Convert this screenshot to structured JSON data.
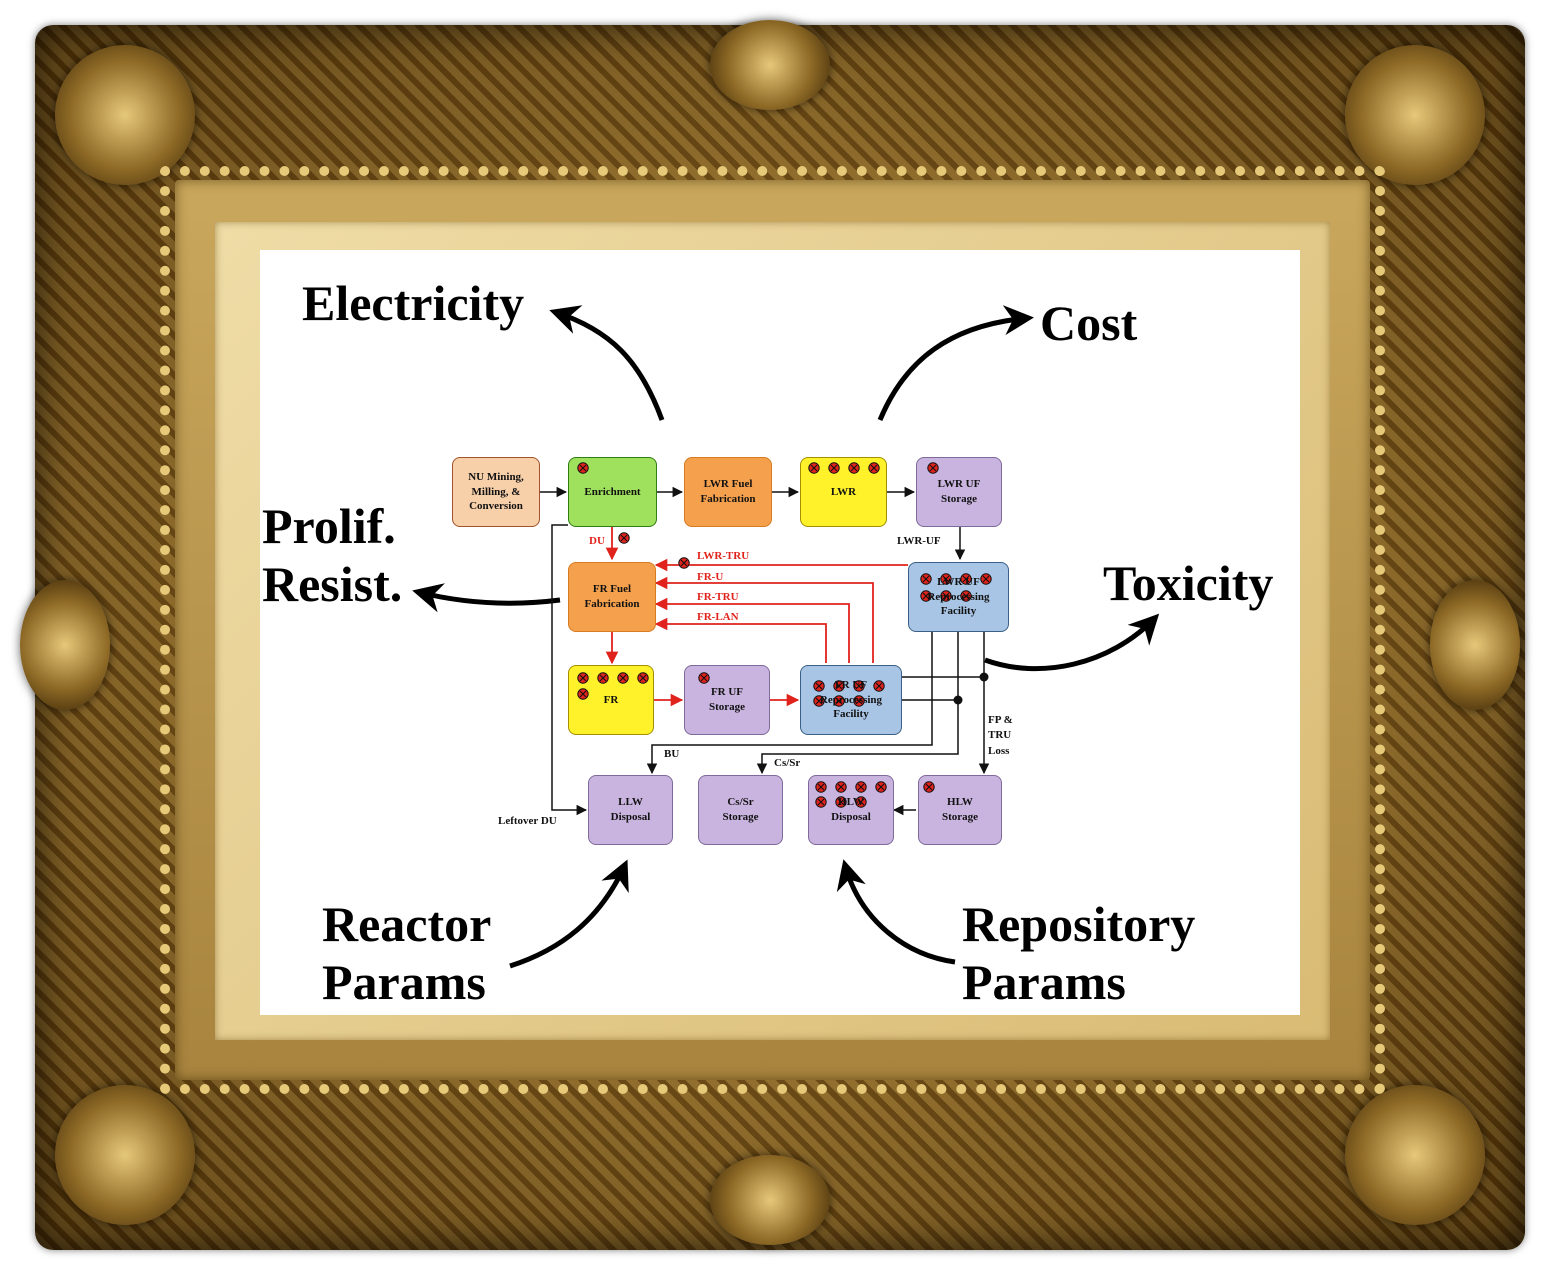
{
  "outer_labels": {
    "electricity": "Electricity",
    "cost": "Cost",
    "prolif": "Prolif.\nResist.",
    "toxicity": "Toxicity",
    "reactor_params": "Reactor\nParams",
    "repository_params": "Repository\nParams"
  },
  "nodes": {
    "nu_mining": "NU Mining,\nMilling, &\nConversion",
    "enrichment": "Enrichment",
    "lwr_fuel_fab": "LWR Fuel\nFabrication",
    "lwr": "LWR",
    "lwr_uf_storage": "LWR UF\nStorage",
    "fr_fuel_fab": "FR Fuel\nFabrication",
    "lwr_uf_reproc": "LWR UF\nReprocessing\nFacility",
    "fr": "FR",
    "fr_uf_storage": "FR UF\nStorage",
    "fr_uf_reproc": "FR UF\nReprocessing\nFacility",
    "llw_disposal": "LLW\nDisposal",
    "cs_sr_storage": "Cs/Sr\nStorage",
    "hlw_disposal": "HLW\nDisposal",
    "hlw_storage": "HLW\nStorage"
  },
  "flow_labels": {
    "du": "DU",
    "lwr_tru": "LWR-TRU",
    "fr_u": "FR-U",
    "fr_tru": "FR-TRU",
    "fr_lan": "FR-LAN",
    "lwr_uf": "LWR-UF",
    "fp_tru_loss": "FP &\nTRU\nLoss",
    "bu": "BU",
    "cs_sr": "Cs/Sr",
    "leftover_du": "Leftover DU"
  },
  "colors": {
    "tan": "#f7cfa9",
    "green": "#9fe15c",
    "orange": "#f5a04d",
    "yellow": "#fff22a",
    "purple": "#c9b4df",
    "blue": "#a8c5e6",
    "red_flow": "#e0231d",
    "marker": "#e0231d"
  }
}
